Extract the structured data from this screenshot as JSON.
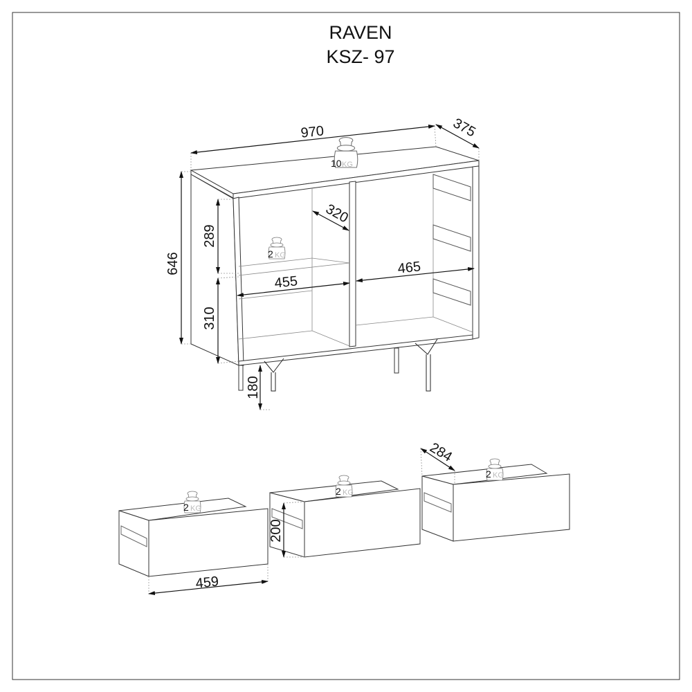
{
  "title": {
    "name": "RAVEN",
    "code": "KSZ- 97"
  },
  "cabinet": {
    "width": "970",
    "depth": "375",
    "height": "646",
    "upper_compartment_height": "289",
    "lower_compartment_height": "310",
    "leg_height": "180",
    "shelf_depth": "320",
    "left_compartment_width": "455",
    "right_compartment_width": "465",
    "top_load": {
      "value": "10",
      "unit": "KG"
    },
    "shelf_load": {
      "value": "2",
      "unit": "KG"
    }
  },
  "drawers": {
    "width": "459",
    "height": "200",
    "depth": "284",
    "loads": [
      {
        "value": "2",
        "unit": "KG"
      },
      {
        "value": "2",
        "unit": "KG"
      },
      {
        "value": "2",
        "unit": "KG"
      }
    ]
  }
}
